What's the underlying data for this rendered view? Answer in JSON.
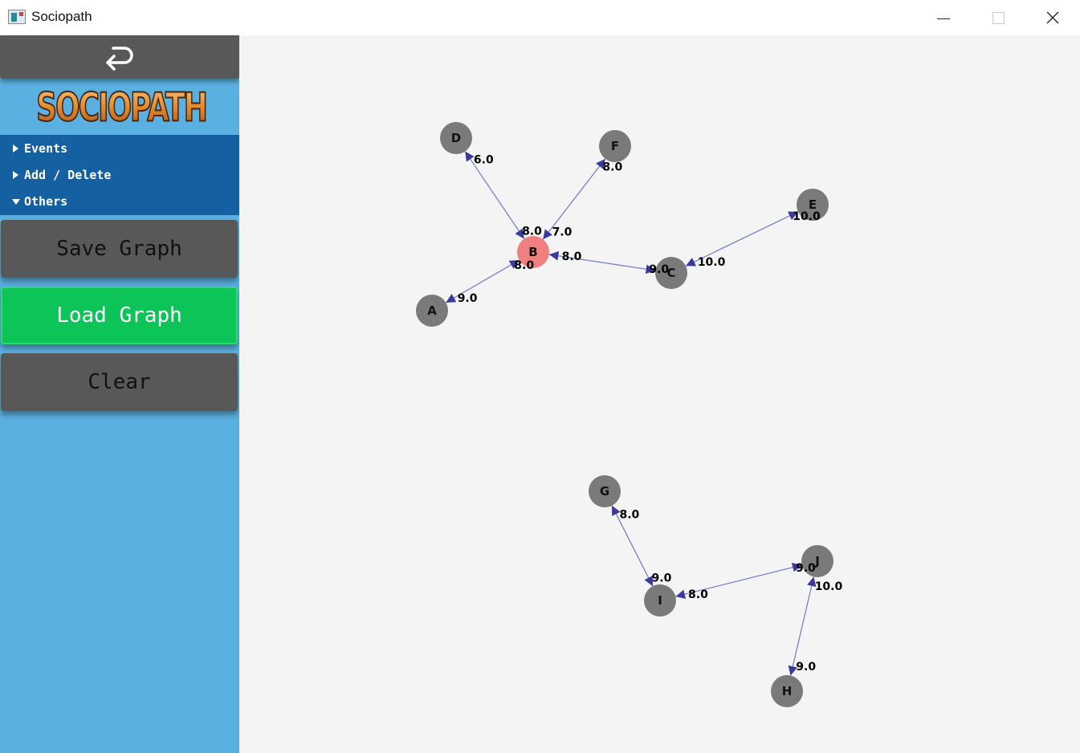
{
  "window": {
    "title": "Sociopath",
    "close_glyph": "✕"
  },
  "sidebar": {
    "back_icon": "return-arrow-icon",
    "logo_text": "SOCIOPATH",
    "menu": [
      {
        "label": "Events",
        "expanded": false
      },
      {
        "label": "Add / Delete",
        "expanded": false
      },
      {
        "label": "Others",
        "expanded": true
      }
    ],
    "buttons": {
      "save": "Save Graph",
      "load": "Load Graph",
      "clear": "Clear"
    }
  },
  "colors": {
    "sidebar_bg": "#5ab0e0",
    "menu_bg": "#1460a0",
    "button_dark": "#585858",
    "button_green": "#0cc457",
    "canvas_bg": "#f4f4f4",
    "node": "#7a7a7a",
    "node_selected": "#f08080",
    "edge": "#7a80c8",
    "arrow": "#3a3a9a"
  },
  "graph": {
    "selected_node": "B",
    "nodes": [
      "A",
      "B",
      "C",
      "D",
      "E",
      "F",
      "G",
      "H",
      "I",
      "J"
    ],
    "edges": [
      {
        "from": "B",
        "to": "D",
        "label": "6.0"
      },
      {
        "from": "D",
        "to": "B",
        "label": "8.0"
      },
      {
        "from": "B",
        "to": "F",
        "label": "8.0"
      },
      {
        "from": "F",
        "to": "B",
        "label": "7.0"
      },
      {
        "from": "B",
        "to": "A",
        "label": "9.0"
      },
      {
        "from": "A",
        "to": "B",
        "label": "8.0"
      },
      {
        "from": "B",
        "to": "C",
        "label": "9.0"
      },
      {
        "from": "C",
        "to": "B",
        "label": "8.0"
      },
      {
        "from": "C",
        "to": "E",
        "label": "10.0"
      },
      {
        "from": "E",
        "to": "C",
        "label": "10.0"
      },
      {
        "from": "I",
        "to": "G",
        "label": "8.0"
      },
      {
        "from": "G",
        "to": "I",
        "label": "9.0"
      },
      {
        "from": "J",
        "to": "I",
        "label": "8.0"
      },
      {
        "from": "I",
        "to": "J",
        "label": "9.0"
      },
      {
        "from": "H",
        "to": "J",
        "label": "10.0"
      },
      {
        "from": "J",
        "to": "H",
        "label": "9.0"
      }
    ]
  }
}
